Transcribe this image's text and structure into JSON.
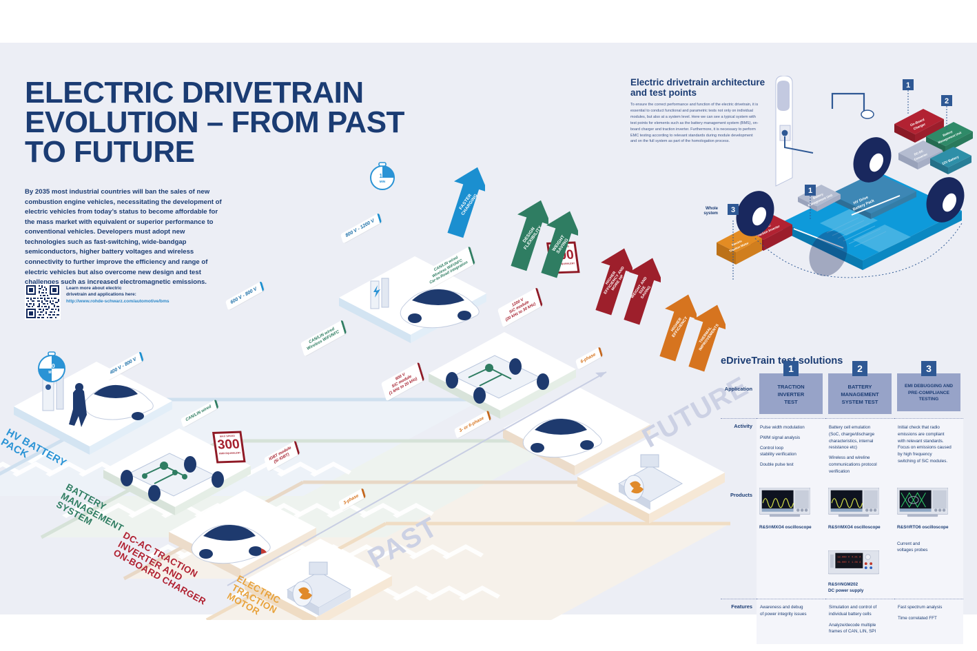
{
  "headline": {
    "line1": "ELECTRIC DRIVETRAIN",
    "line2": "EVOLUTION – FROM PAST",
    "line3": "TO FUTURE"
  },
  "intro": {
    "body": "By 2035 most industrial countries will ban the sales of new combustion engine vehicles, necessitating the development of electric vehicles from today’s status to become affordable for the mass market with equivalent or superior performance to conventional vehicles. Developers must adopt new technologies such as fast-switching, wide-bandgap semiconductors, higher battery voltages and wireless connectivity to further improve the efficiency and range of electric vehicles but also overcome new design and test challenges such as increased electromagnetic emissions."
  },
  "qr": {
    "line1": "Learn more about electric",
    "line2": "drivetrain and applications here:",
    "url": "http://www.rohde-schwarz.com/automotive/bms"
  },
  "architecture": {
    "title_line1": "Electric drivetrain architecture",
    "title_line2": "and test points",
    "body": "To ensure the correct performance and function of the electric drivetrain, it is essential to conduct functional and parametric tests not only on individual modules, but also at a system level. Here we can see a typical system with test points for elements such as the battery management system (BMS), on-board charger and traction inverter. Furthermore, it is necessary to perform EMC testing according to relevant standards during module development and on the full system as part of the homologation process.",
    "whole_system_label": "Whole\nsystem",
    "markers": [
      "1",
      "2",
      "3"
    ],
    "components": [
      "On-Board Charger",
      "Battery Management Unit",
      "DC-DC Converter",
      "12V Battery",
      "HV Drive Battery Pack",
      "DC-AC Traction Inverter",
      "Electric Traction Motor"
    ]
  },
  "roadmap": {
    "watermark_past": "PAST",
    "watermark_future": "FUTURE",
    "lanes": [
      {
        "id": "hv-battery-pack",
        "label": "HV BATTERY\nPACK",
        "color": "#2a93d5"
      },
      {
        "id": "bms",
        "label": "BATTERY\nMANAGEMENT\nSYSTEM",
        "color": "#2f7d62"
      },
      {
        "id": "inverter",
        "label": "DC-AC TRACTION\nINVERTER AND\nON-BOARD CHARGER",
        "color": "#b02030"
      },
      {
        "id": "traction-motor",
        "label": "ELECTRIC\nTRACTION\nMOTOR",
        "color": "#e8a33d"
      }
    ],
    "signs": [
      {
        "id": "sign-hv-1",
        "lane": "hv-battery-pack",
        "text": "400 V - 800 V",
        "color": "blue"
      },
      {
        "id": "sign-hv-2",
        "lane": "hv-battery-pack",
        "text": "600 V - 800 V",
        "color": "blue"
      },
      {
        "id": "sign-hv-3",
        "lane": "hv-battery-pack",
        "text": "800 V - 1200 V",
        "color": "blue"
      },
      {
        "id": "sign-bms-1",
        "lane": "bms",
        "text": "CAN/LIN wired",
        "color": "green"
      },
      {
        "id": "sign-bms-2",
        "lane": "bms",
        "text": "CAN/LIN wired\nWireless WiFi/NFC",
        "color": "green"
      },
      {
        "id": "sign-bms-3",
        "lane": "bms",
        "text": "CAN/LIN wired\nWireless WiFi/NFC\nCar-to-Road integration",
        "color": "green"
      },
      {
        "id": "sign-inv-1",
        "lane": "inverter",
        "text": "IGBT module\n(Si IGBT)",
        "color": "red"
      },
      {
        "id": "sign-inv-2",
        "lane": "inverter",
        "text": "600 V\nSiC module\n(1 kHz to 20 kHz)",
        "color": "red"
      },
      {
        "id": "sign-inv-3",
        "lane": "inverter",
        "text": "1200 V\nSiC module\n(20 kHz to 30 kHz)",
        "color": "red"
      },
      {
        "id": "sign-mot-1",
        "lane": "traction-motor",
        "text": "3-phase",
        "color": "orange"
      },
      {
        "id": "sign-mot-2",
        "lane": "traction-motor",
        "text": "3- or 6-phase",
        "color": "orange"
      },
      {
        "id": "sign-mot-3",
        "lane": "traction-motor",
        "text": "6-phase",
        "color": "orange"
      }
    ],
    "speed_signs": [
      {
        "id": "speed-300",
        "cap": "MAX SPEED",
        "value": "300",
        "sub": "KM/H EQUIVALENT"
      },
      {
        "id": "speed-600",
        "cap": "MAX SPEED",
        "value": "600",
        "sub": "KM/H EQUIVALENT"
      }
    ],
    "charge_times": [
      {
        "id": "charge-time-past",
        "value": "50",
        "unit": "MIN"
      },
      {
        "id": "charge-time-future",
        "value": "15",
        "unit": "MIN"
      }
    ],
    "benefits": [
      {
        "id": "benefit-faster-charging",
        "text": "FASTER\nCHARGING",
        "color": "#1b8fd0",
        "icon": "recycle-icon"
      },
      {
        "id": "benefit-design-flexibility",
        "text": "DESIGN\nFLEXIBILITY",
        "color": "#2f7d62",
        "icon": "recycle-icon"
      },
      {
        "id": "benefit-weight-saving",
        "text": "WEIGHT\nSAVING",
        "color": "#2f7d62",
        "icon": "feather-icon"
      },
      {
        "id": "benefit-higher-eff-hp",
        "text": "HIGHER\nEFFICIENCY AND\nMORE HP",
        "color": "#9d1f2b",
        "icon": "gauge-icon"
      },
      {
        "id": "benefit-weight-size-saving",
        "text": "WEIGHT AND\nSIZE\nSAVING",
        "color": "#9d1f2b",
        "icon": "scale-icon"
      },
      {
        "id": "benefit-higher-efficiency",
        "text": "HIGHER\nEFFICIENCY",
        "color": "#d6741f",
        "icon": "arrows-icon"
      },
      {
        "id": "benefit-thermal",
        "text": "THERMAL\nIMPROVEMENTS",
        "color": "#d6741f",
        "icon": "thermo-icon"
      }
    ]
  },
  "tests": {
    "title": "eDriveTrain test solutions",
    "row_labels": [
      "Application",
      "Activity",
      "Products",
      "Features"
    ],
    "columns": [
      {
        "number": "1",
        "application": "TRACTION\nINVERTER\nTEST",
        "activity": [
          "Pulse width modulation",
          "PWM signal analysis",
          "Control loop\nstability verification",
          "Double pulse test"
        ],
        "products": [
          {
            "name": "R&S®MXO4 oscilloscope",
            "type": "oscilloscope"
          }
        ],
        "extra": "",
        "features": [
          "Awareness and debug\nof power integrity issues"
        ]
      },
      {
        "number": "2",
        "application": "BATTERY\nMANAGEMENT\nSYSTEM TEST",
        "activity": [
          "Battery cell emulation\n(SoC, charge/discharge\ncharacteristics, internal\nresistance etc)",
          "Wireless and wireline\ncommunications protocol\nverification"
        ],
        "products": [
          {
            "name": "R&S®MXO4 oscilloscope",
            "type": "oscilloscope"
          },
          {
            "name": "R&S®NGM202\nDC power supply",
            "type": "psu"
          }
        ],
        "extra": "",
        "features": [
          "Simulation and control of\nindividual battery cells",
          "Analyze/decode multiple\nframes of CAN, LIN, SPI"
        ]
      },
      {
        "number": "3",
        "application": "EMI DEBUGGING AND\nPRE-COMPLIANCE\nTESTING",
        "activity": [
          "Initial check that radio\nemissions are compliant\nwith relevant standards.\nFocus on emissions caused\nby high frequency\nswitching of SiC modules."
        ],
        "products": [
          {
            "name": "R&S®RTO6 oscilloscope",
            "type": "eyescope"
          }
        ],
        "extra": "Current and\nvoltages probes",
        "features": [
          "Fast spectrum analysis",
          "Time correlated FFT"
        ]
      }
    ]
  },
  "colors": {
    "brand_blue": "#1b3c73",
    "accent_blue": "#2a93d5",
    "green": "#2f7d62",
    "red": "#b02030",
    "orange": "#e8a33d",
    "bg": "#eceef5"
  }
}
